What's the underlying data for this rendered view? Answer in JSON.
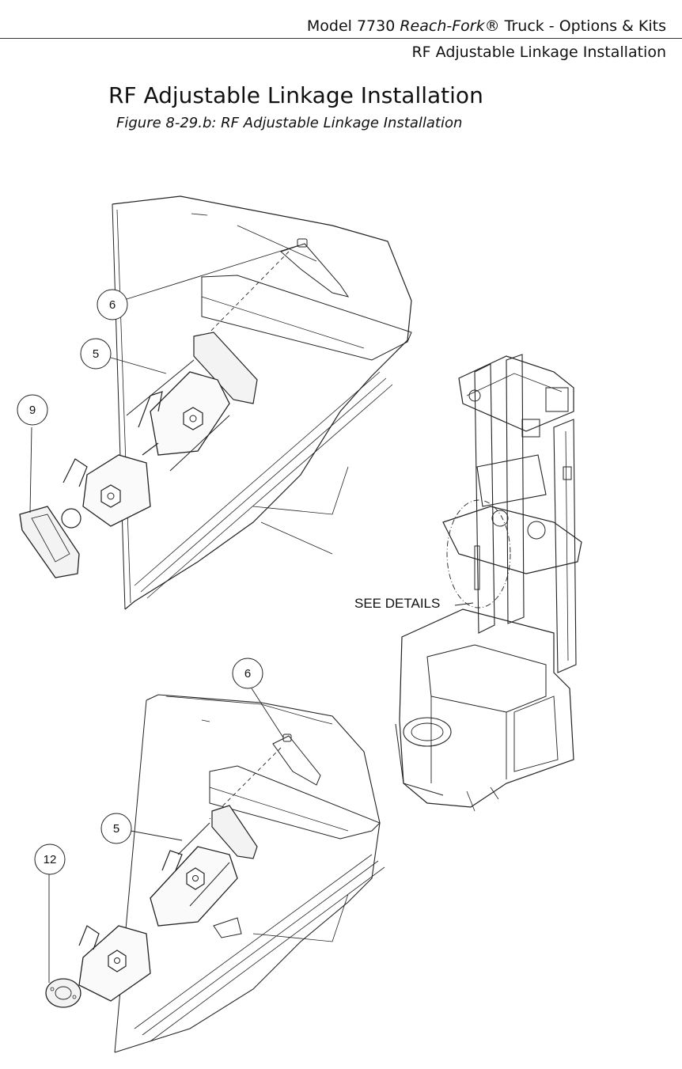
{
  "header": {
    "model_prefix": "Model 7730 ",
    "model_italic": "Reach-Fork",
    "model_suffix": "® Truck - Options & Kits",
    "section": "RF Adjustable Linkage Installation"
  },
  "page": {
    "title": "RF Adjustable Linkage Installation",
    "figure_caption": "Figure 8-29.b: RF Adjustable Linkage Installation"
  },
  "callouts": {
    "top_6": "6",
    "top_5": "5",
    "top_9": "9",
    "bottom_6": "6",
    "bottom_5": "5",
    "bottom_12": "12"
  },
  "truck_view": {
    "see_details": "SEE DETAILS"
  }
}
